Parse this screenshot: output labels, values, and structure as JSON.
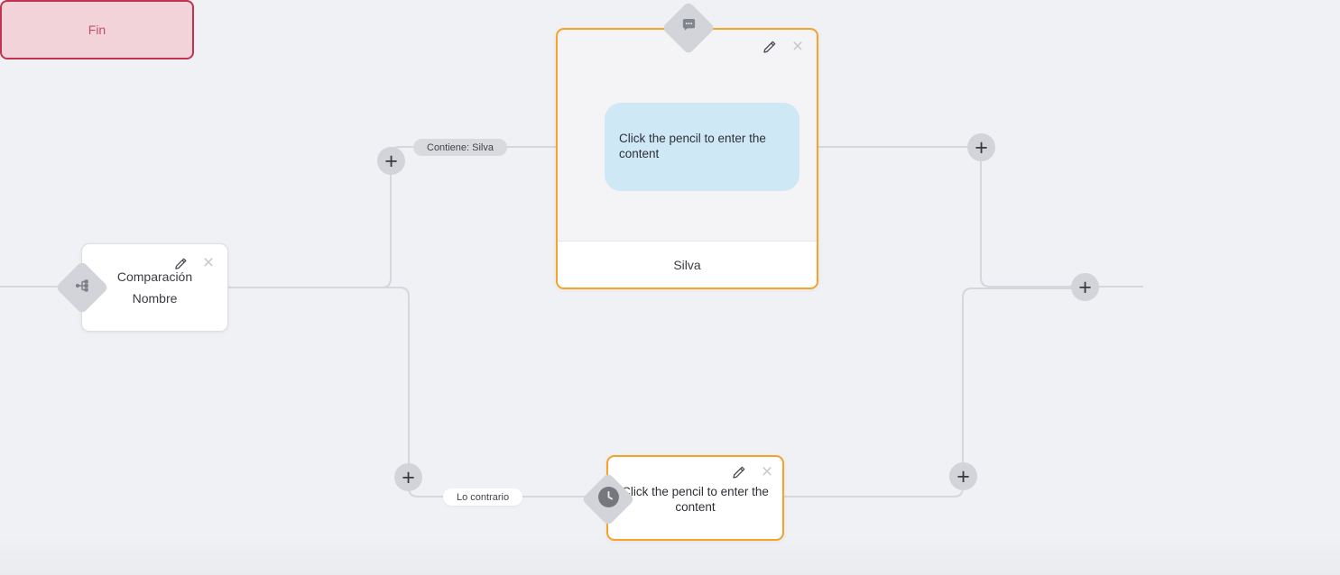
{
  "canvas": {
    "background": "#eff1f4",
    "connector_color": "#d5d7dc"
  },
  "glyphs": {
    "plus": "+",
    "close": "×"
  },
  "nodes": {
    "comparison": {
      "title_line1": "Comparación",
      "title_line2": "Nombre",
      "icon": "branch-icon"
    },
    "message": {
      "bubble_text": "Click the pencil to enter the content",
      "footer_label": "Silva",
      "icon": "chat-icon"
    },
    "action": {
      "text": "Click the pencil to enter the content",
      "icon": "clock-icon"
    },
    "end": {
      "label": "Fin"
    }
  },
  "edge_labels": {
    "contains": "Contiene: Silva",
    "otherwise": "Lo contrario"
  },
  "colors": {
    "node_accent_orange": "#f7a229",
    "end_border": "#c23350",
    "end_background": "#f3d3da",
    "end_text": "#c14f6a",
    "bubble_blue": "#cfe8f6",
    "shape_gray": "#d2d4d9"
  }
}
